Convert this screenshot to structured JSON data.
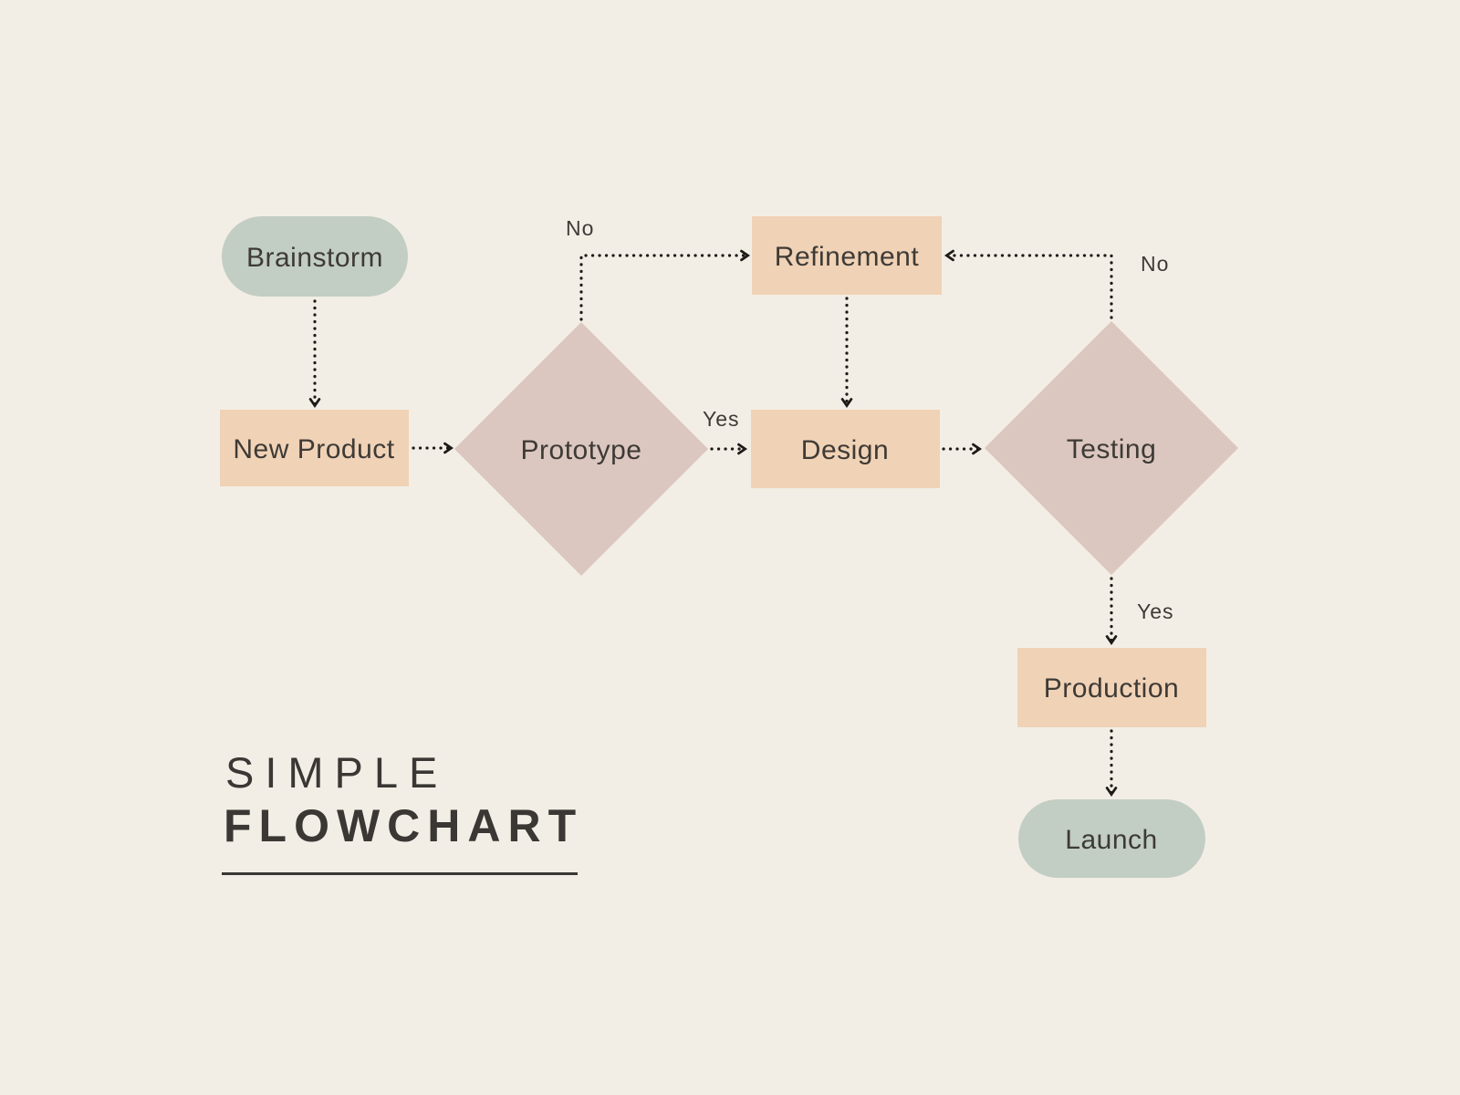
{
  "title": {
    "line1": "SIMPLE",
    "line2": "FLOWCHART"
  },
  "nodes": {
    "brainstorm": {
      "label": "Brainstorm",
      "type": "terminator"
    },
    "new_product": {
      "label": "New Product",
      "type": "process"
    },
    "prototype": {
      "label": "Prototype",
      "type": "decision"
    },
    "refinement": {
      "label": "Refinement",
      "type": "process"
    },
    "design": {
      "label": "Design",
      "type": "process"
    },
    "testing": {
      "label": "Testing",
      "type": "decision"
    },
    "production": {
      "label": "Production",
      "type": "process"
    },
    "launch": {
      "label": "Launch",
      "type": "terminator"
    }
  },
  "edges": [
    {
      "from": "brainstorm",
      "to": "new_product",
      "label": ""
    },
    {
      "from": "new_product",
      "to": "prototype",
      "label": ""
    },
    {
      "from": "prototype",
      "to": "refinement",
      "label": "No"
    },
    {
      "from": "prototype",
      "to": "design",
      "label": "Yes"
    },
    {
      "from": "refinement",
      "to": "design",
      "label": ""
    },
    {
      "from": "design",
      "to": "testing",
      "label": ""
    },
    {
      "from": "testing",
      "to": "refinement",
      "label": "No"
    },
    {
      "from": "testing",
      "to": "production",
      "label": "Yes"
    },
    {
      "from": "production",
      "to": "launch",
      "label": ""
    }
  ],
  "colors": {
    "background": "#f3eee5",
    "terminator_fill": "#c2cec3",
    "process_fill": "#f0d2b6",
    "decision_fill": "#dbc7bf",
    "arrow_ink": "#1d1b18",
    "node_text": "#3e3a36",
    "title_text": "#3a3734"
  }
}
